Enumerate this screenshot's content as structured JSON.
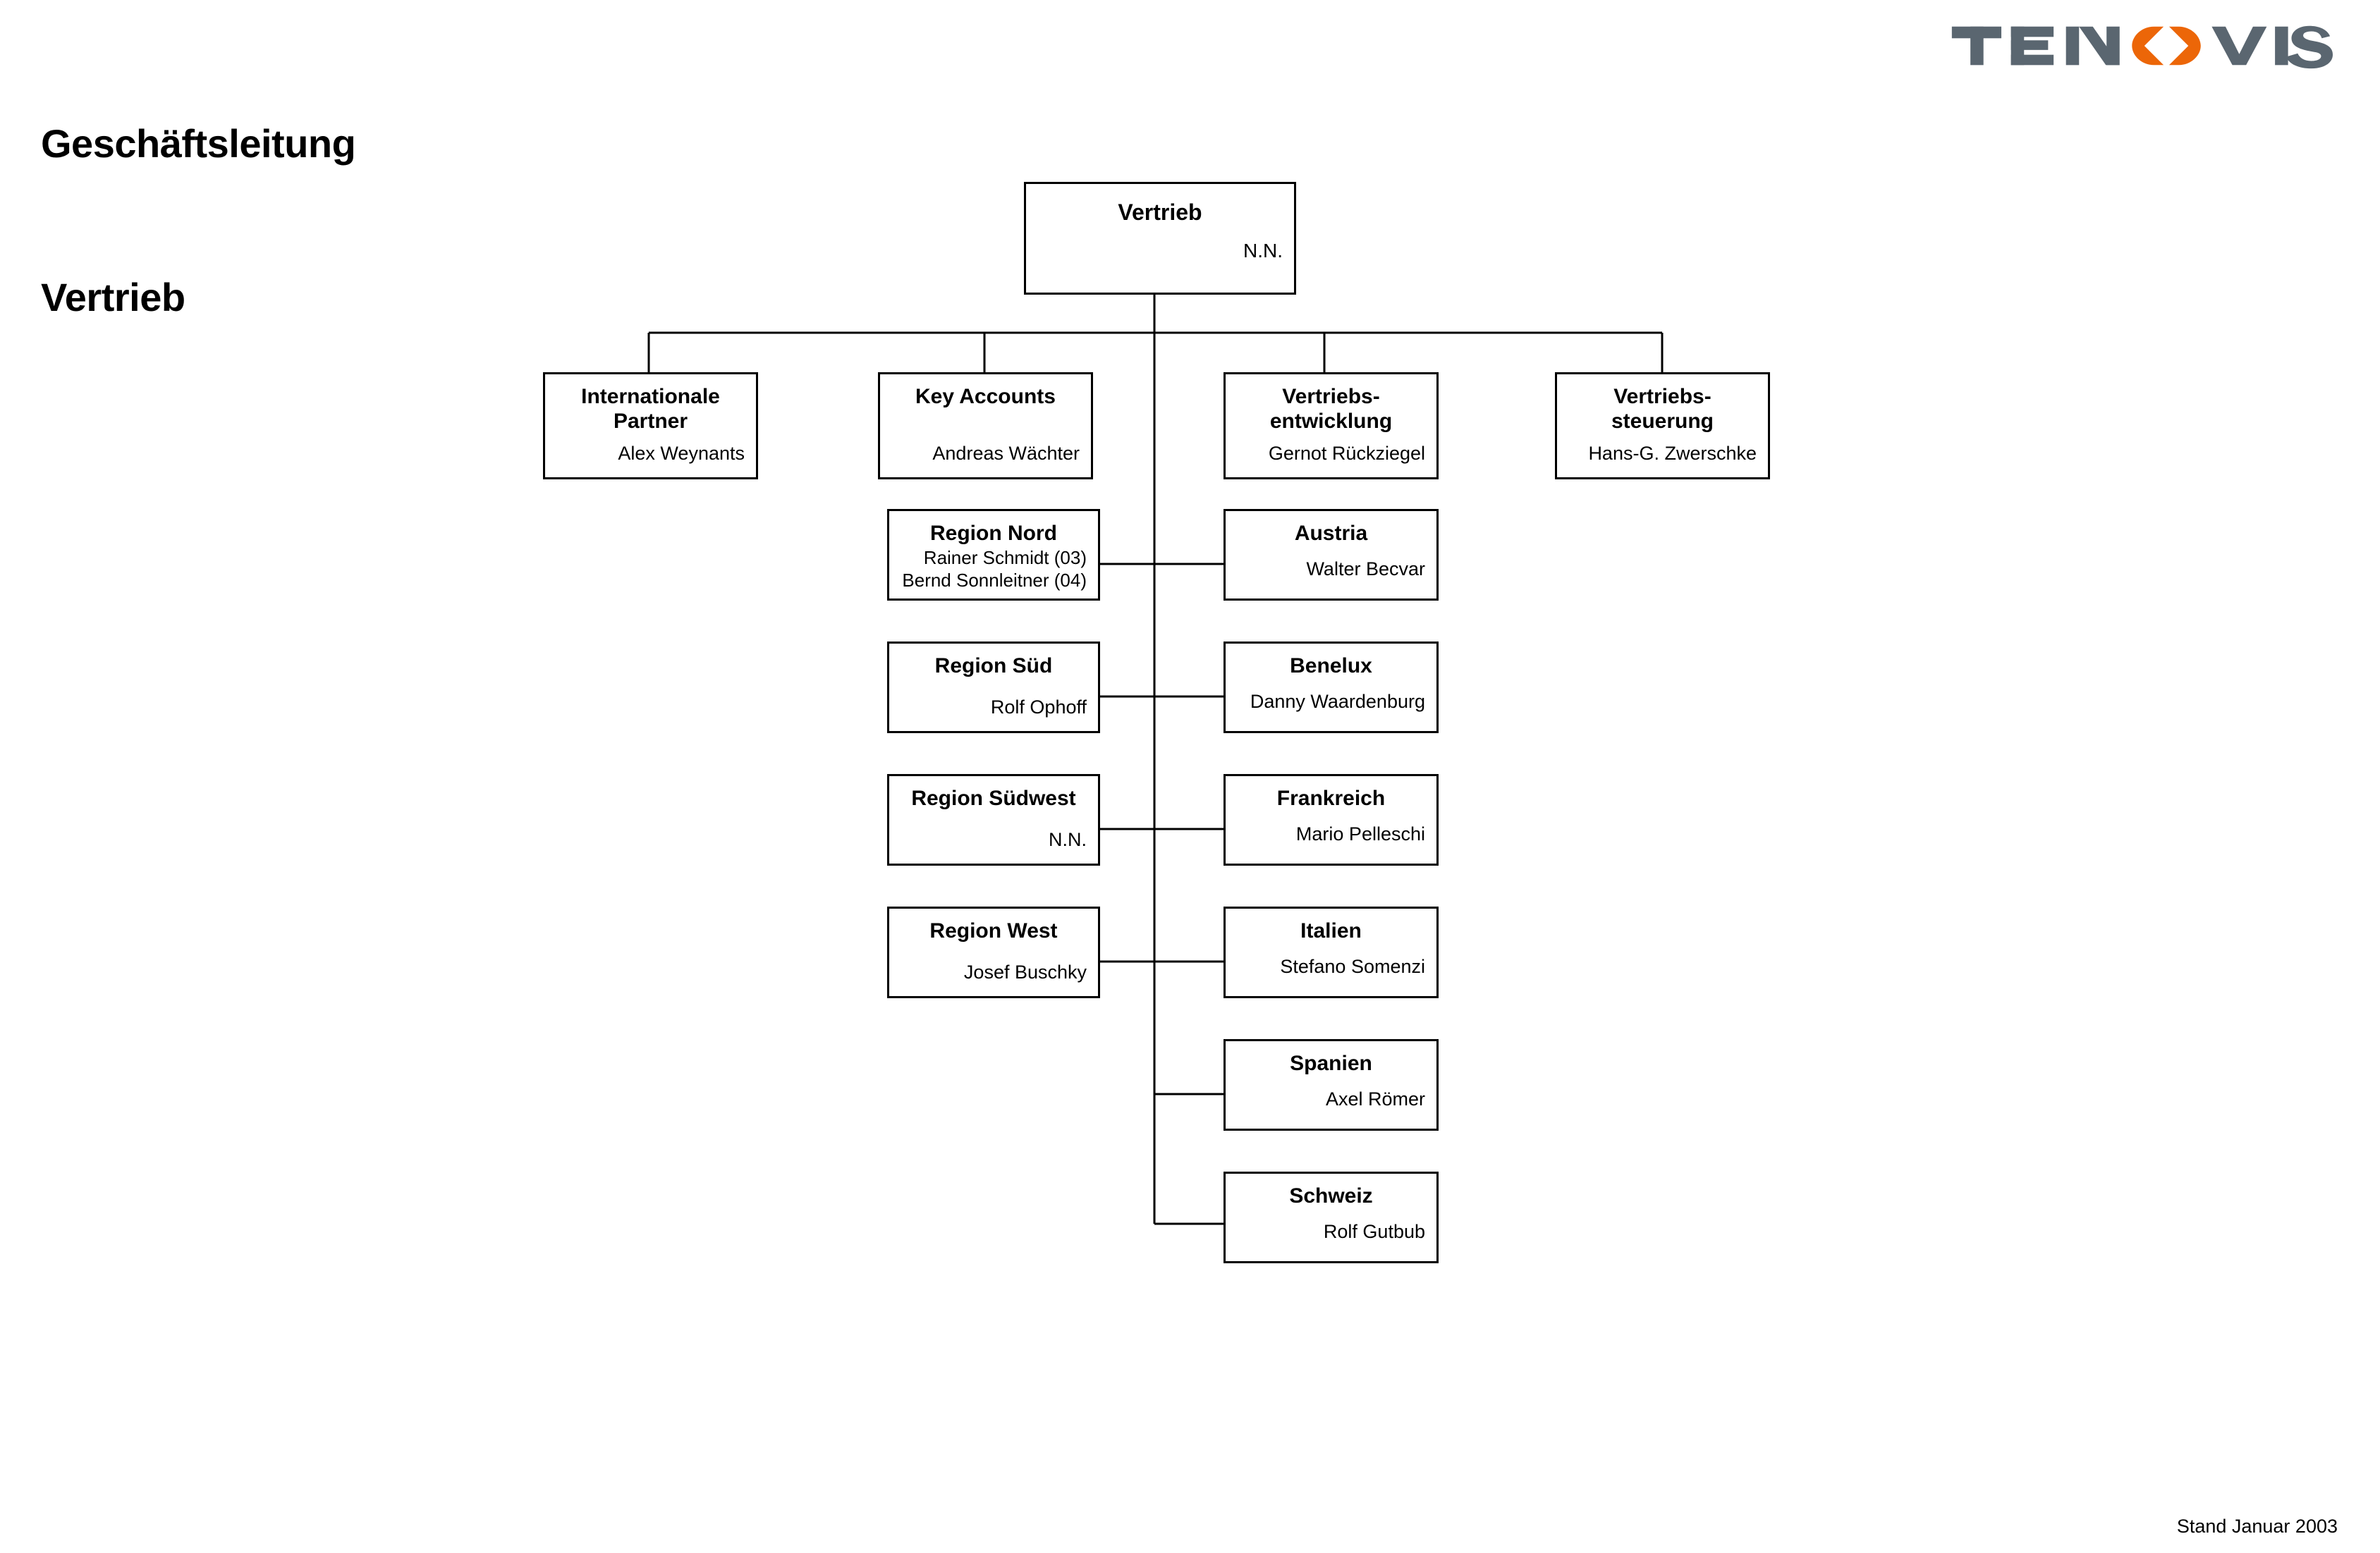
{
  "header": {
    "title_line1": "Geschäftsleitung",
    "title_line2": "Vertrieb",
    "logo": {
      "name": "tenovis-logo",
      "text_left": "TEN",
      "text_mark": "O",
      "text_right": "VIS",
      "color_text": "#5a6670",
      "color_mark": "#ec6608"
    }
  },
  "footer": {
    "status_text": "Stand Januar 2003"
  },
  "chart_data": {
    "type": "org-chart",
    "title": "Geschäftsleitung Vertrieb",
    "root": {
      "id": "vertrieb",
      "title": "Vertrieb",
      "people": [
        "N.N."
      ]
    },
    "level2": [
      {
        "id": "internationale-partner",
        "title": "Internationale\nPartner",
        "people": [
          "Alex Weynants"
        ]
      },
      {
        "id": "key-accounts",
        "title": "Key Accounts",
        "people": [
          "Andreas Wächter"
        ]
      },
      {
        "id": "vertriebsentwicklung",
        "title": "Vertriebs-\nentwicklung",
        "people": [
          "Gernot Rückziegel"
        ]
      },
      {
        "id": "vertriebssteuerung",
        "title": "Vertriebs-\nsteuerung",
        "people": [
          "Hans-G. Zwerschke"
        ]
      }
    ],
    "regions": [
      {
        "id": "region-nord",
        "title": "Region Nord",
        "people": [
          "Rainer Schmidt (03)",
          "Bernd Sonnleitner (04)"
        ]
      },
      {
        "id": "region-sued",
        "title": "Region Süd",
        "people": [
          "Rolf Ophoff"
        ]
      },
      {
        "id": "region-suedwest",
        "title": "Region Südwest",
        "people": [
          "N.N."
        ]
      },
      {
        "id": "region-west",
        "title": "Region West",
        "people": [
          "Josef Buschky"
        ]
      }
    ],
    "countries": [
      {
        "id": "austria",
        "title": "Austria",
        "people": [
          "Walter Becvar"
        ]
      },
      {
        "id": "benelux",
        "title": "Benelux",
        "people": [
          "Danny Waardenburg"
        ]
      },
      {
        "id": "frankreich",
        "title": "Frankreich",
        "people": [
          "Mario Pelleschi"
        ]
      },
      {
        "id": "italien",
        "title": "Italien",
        "people": [
          "Stefano Somenzi"
        ]
      },
      {
        "id": "spanien",
        "title": "Spanien",
        "people": [
          "Axel Römer"
        ]
      },
      {
        "id": "schweiz",
        "title": "Schweiz",
        "people": [
          "Rolf Gutbub"
        ]
      }
    ],
    "colors": {
      "box_border": "#000000",
      "connector": "#000000",
      "background": "#ffffff"
    }
  }
}
